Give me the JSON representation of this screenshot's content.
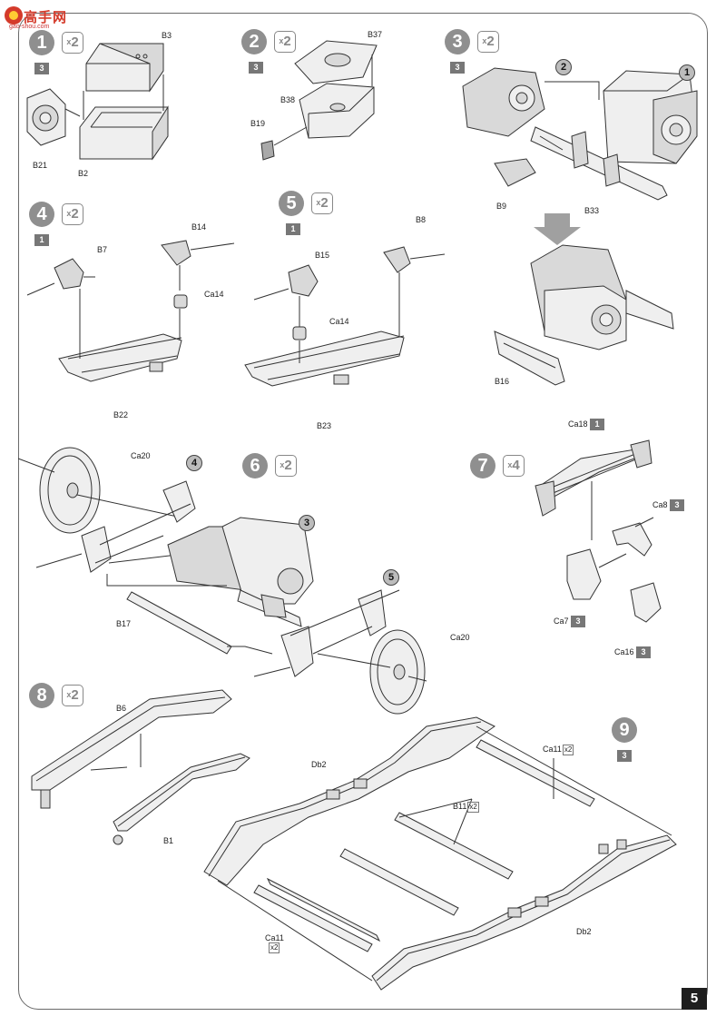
{
  "watermark": {
    "text": "高手网",
    "url": "gao-shou.com"
  },
  "page_number": "5",
  "steps": [
    {
      "num": "1",
      "mult": "2",
      "sheet": "3"
    },
    {
      "num": "2",
      "mult": "2",
      "sheet": "3"
    },
    {
      "num": "3",
      "mult": "2",
      "sheet": "3"
    },
    {
      "num": "4",
      "mult": "2",
      "sheet": "1"
    },
    {
      "num": "5",
      "mult": "2",
      "sheet": "1"
    },
    {
      "num": "6",
      "mult": "2",
      "sheet": ""
    },
    {
      "num": "7",
      "mult": "4",
      "sheet": ""
    },
    {
      "num": "8",
      "mult": "2",
      "sheet": ""
    },
    {
      "num": "9",
      "mult": "",
      "sheet": "3"
    }
  ],
  "labels": {
    "b3": "B3",
    "b21": "B21",
    "b2": "B2",
    "b37": "B37",
    "b38": "B38",
    "b19": "B19",
    "b9": "B9",
    "b33": "B33",
    "b16": "B16",
    "b14": "B14",
    "b7": "B7",
    "ca14a": "Ca14",
    "b22": "B22",
    "b8": "B8",
    "b15": "B15",
    "ca14b": "Ca14",
    "b23": "B23",
    "ca20a": "Ca20",
    "ca20b": "Ca20",
    "b17": "B17",
    "ca18": "Ca18",
    "ca18_sheet": "1",
    "ca8": "Ca8",
    "ca8_sheet": "3",
    "ca7": "Ca7",
    "ca7_sheet": "3",
    "ca16": "Ca16",
    "ca16_sheet": "3",
    "b6": "B6",
    "b1": "B1",
    "db2a": "Db2",
    "db2b": "Db2",
    "ca11a": "Ca11",
    "ca11a_mult": "2",
    "b11": "B11",
    "b11_mult": "2",
    "ca11b": "Ca11",
    "ca11b_mult": "2"
  },
  "callouts": {
    "s3_a": "2",
    "s3_b": "1",
    "s6_a": "4",
    "s6_b": "3",
    "s6_c": "5"
  }
}
